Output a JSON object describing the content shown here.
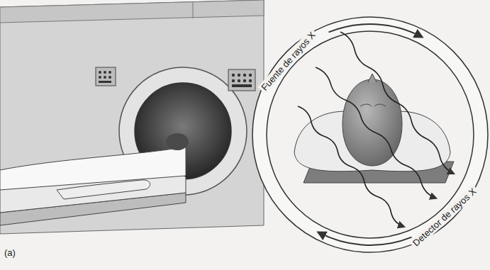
{
  "diagram": {
    "labels": [
      "Fuente de rayos X",
      "Detector de rayos X",
      "(a)"
    ]
  }
}
